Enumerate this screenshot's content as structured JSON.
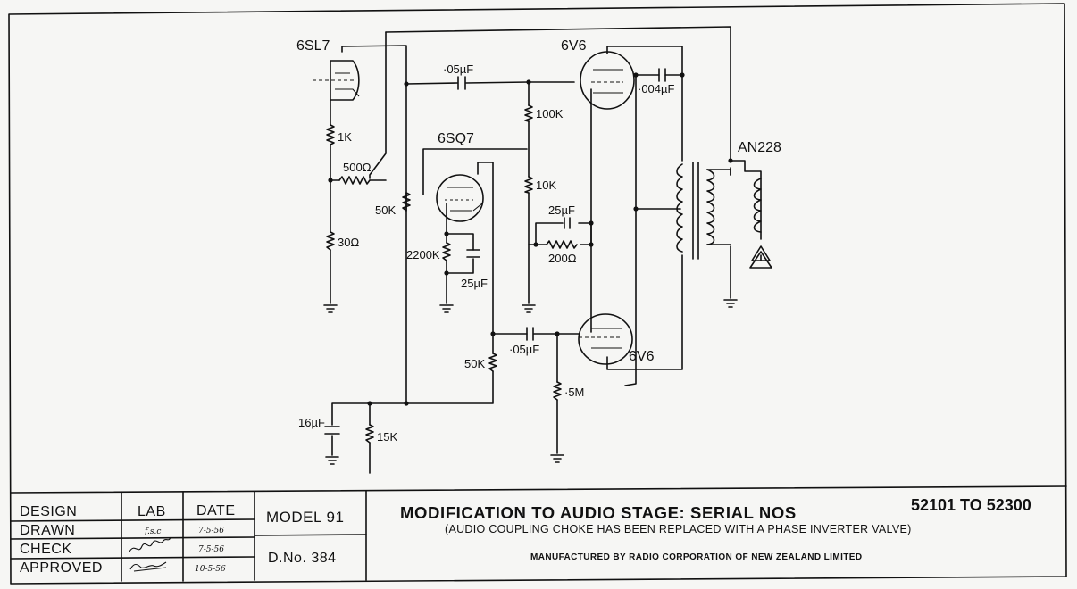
{
  "tubes": {
    "v1": "6SL7",
    "v2": "6SQ7",
    "v3": "6V6",
    "v4": "6V6"
  },
  "transformer": "AN228",
  "components": {
    "c_coupling_top": "·05µF",
    "c_plate_top": "·004µF",
    "r_100k": "100K",
    "r_10k": "10K",
    "c_25_cath": "25µF",
    "r_200": "200Ω",
    "r_1k": "1K",
    "r_500": "500Ω",
    "r_30": "30Ω",
    "r_50k_left": "50K",
    "r_2200k": "2200K",
    "c_25_left": "25µF",
    "c_coupling_bottom": "·05µF",
    "r_50k_mid": "50K",
    "r_5m": "·5M",
    "c_16": "16µF",
    "r_15k": "15K"
  },
  "title_block": {
    "headers": {
      "lab": "LAB",
      "date": "DATE"
    },
    "rows": [
      {
        "label": "DESIGN",
        "lab": "",
        "date": ""
      },
      {
        "label": "DRAWN",
        "lab": "f.s.c",
        "date": "7-5-56"
      },
      {
        "label": "CHECK",
        "lab": "",
        "date": "7-5-56"
      },
      {
        "label": "APPROVED",
        "lab": "",
        "date": "10-5-56"
      }
    ],
    "model": "MODEL  91",
    "drawing_number": "D.No. 384",
    "title": "MODIFICATION TO AUDIO STAGE: SERIAL NOS",
    "serial_range": "52101  TO  52300",
    "subtitle": "(AUDIO COUPLING CHOKE HAS BEEN REPLACED WITH A PHASE INVERTER VALVE)",
    "manufacturer": "MANUFACTURED  BY RADIO CORPORATION OF NEW ZEALAND LIMITED"
  }
}
